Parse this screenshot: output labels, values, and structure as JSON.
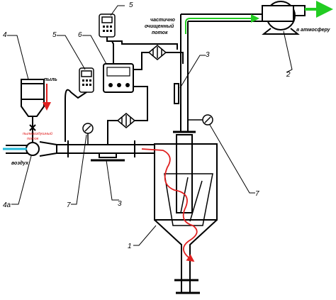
{
  "labels": {
    "dust": "пыль",
    "air": "воздух",
    "partially_cleaned": "частично",
    "partially_cleaned_2": "очищенный",
    "partially_cleaned_3": "поток",
    "to_atmosphere": "в атмосферу",
    "dust_air_flow": "пылевоздушный",
    "dust_air_flow_2": "поток"
  },
  "callouts": {
    "n1": "1",
    "n2": "2",
    "n3_top": "3",
    "n3_bottom": "3",
    "n4": "4",
    "n4a": "4а",
    "n5_top": "5",
    "n5_left": "5",
    "n6": "6",
    "n7_left": "7",
    "n7_right": "7"
  },
  "colors": {
    "line": "#000000",
    "green_flow": "#22cc22",
    "red_flow": "#e02020",
    "cyan_flow": "#22b8d8"
  }
}
